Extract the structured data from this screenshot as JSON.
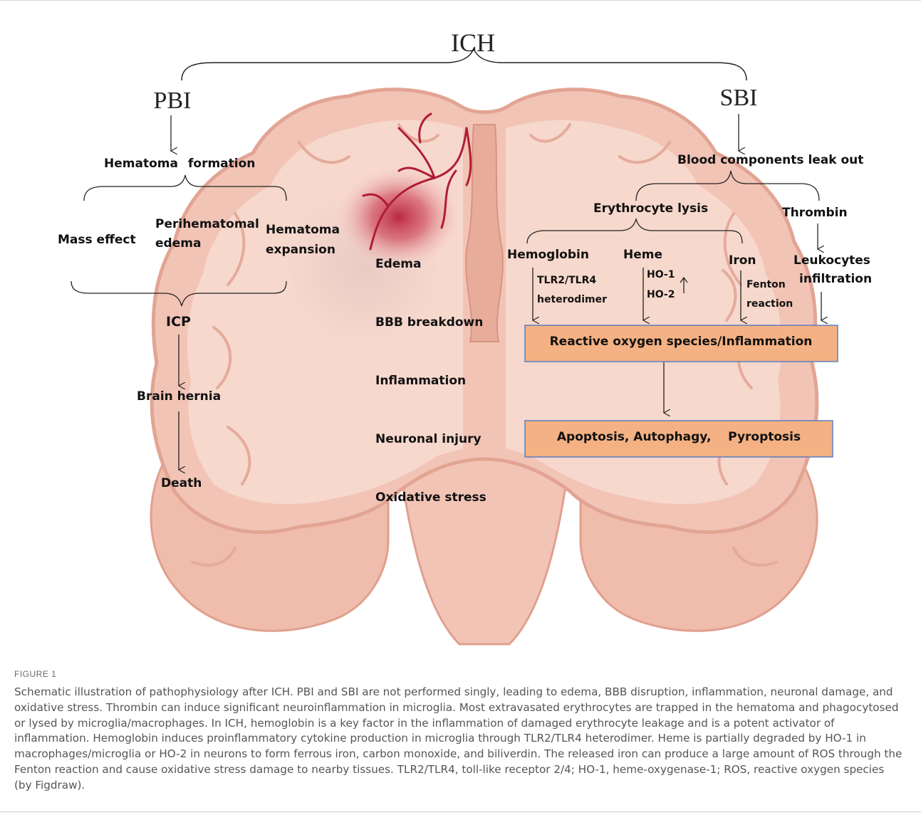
{
  "title": "ICH",
  "pbi": {
    "label": "PBI",
    "hematoma_left": "Hematoma",
    "hematoma_right": "formation",
    "mass_effect": "Mass effect",
    "perihematomal_1": "Perihematomal",
    "perihematomal_2": "edema",
    "expansion_1": "Hematoma",
    "expansion_2": "expansion",
    "icp": "ICP",
    "hernia": "Brain hernia",
    "death": "Death"
  },
  "center": {
    "edema": "Edema",
    "bbb": "BBB breakdown",
    "inflammation": "Inflammation",
    "neuronal": "Neuronal injury",
    "oxidative": "Oxidative stress"
  },
  "sbi": {
    "label": "SBI",
    "leak": "Blood components leak out",
    "lysis": "Erythrocyte lysis",
    "thrombin": "Thrombin",
    "hemoglobin": "Hemoglobin",
    "heme": "Heme",
    "iron": "Iron",
    "tlr_1": "TLR2/TLR4",
    "tlr_2": "heterodimer",
    "ho1": "HO-1",
    "ho2": "HO-2",
    "fenton_1": "Fenton",
    "fenton_2": "reaction",
    "leuko_1": "Leukocytes",
    "leuko_2": "infiltration",
    "ros_box": "Reactive oxygen species/Inflammation",
    "apoptosis_box": "Apoptosis, Autophagy,    Pyroptosis"
  },
  "colors": {
    "brain_fill": "#f2c4b6",
    "brain_inner": "#f7d9cf",
    "brain_outline": "#e2a493",
    "box_fill": "#f4b183",
    "box_stroke": "#4472c4",
    "hemorrhage": "#c0243a"
  },
  "caption": {
    "label": "FIGURE 1",
    "text": "Schematic illustration of pathophysiology after ICH. PBI and SBI are not performed singly, leading to edema, BBB disruption, inflammation, neuronal damage, and oxidative stress. Thrombin can induce significant neuroinflammation in microglia. Most extravasated erythrocytes are trapped in the hematoma and phagocytosed or lysed by microglia/macrophages. In ICH, hemoglobin is a key factor in the inflammation of damaged erythrocyte leakage and is a potent activator of inflammation. Hemoglobin induces proinflammatory cytokine production in microglia through TLR2/TLR4 heterodimer. Heme is partially degraded by HO-1 in macrophages/microglia or HO-2 in neurons to form ferrous iron, carbon monoxide, and biliverdin. The released iron can produce a large amount of ROS through the Fenton reaction and cause oxidative stress damage to nearby tissues. TLR2/TLR4, toll-like receptor 2/4; HO-1, heme-oxygenase-1; ROS, reactive oxygen species (by Figdraw)."
  }
}
